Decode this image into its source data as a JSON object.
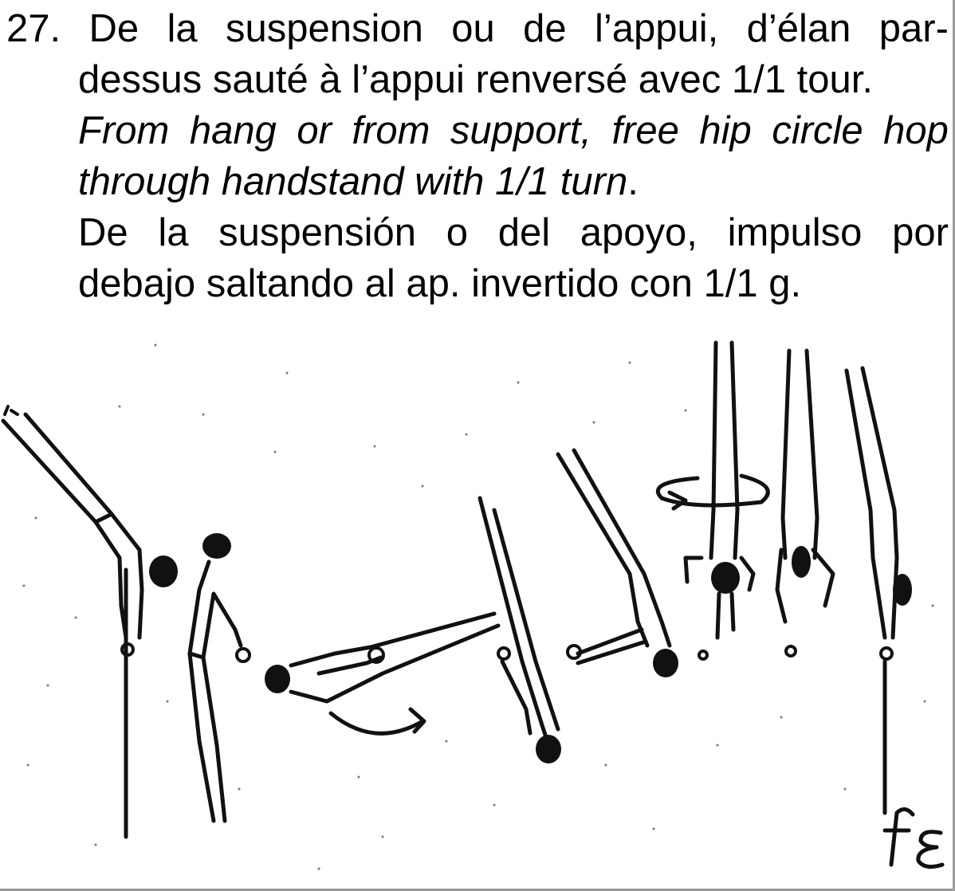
{
  "element": {
    "number": "27.",
    "french": {
      "line1": [
        "De",
        "la",
        "suspension",
        "ou",
        "de",
        "l’appui,",
        "d’élan",
        "par-"
      ],
      "line2": "dessus sauté à l’appui renversé avec 1/1 tour."
    },
    "english": {
      "line1": [
        "From",
        "hang",
        "or",
        "from",
        "support,",
        "free",
        "hip",
        "circle",
        "hop"
      ],
      "line2": "through handstand with 1/1 turn",
      "line2_end": "."
    },
    "spanish": {
      "line1": [
        "De",
        "la",
        "suspensión",
        "o",
        "del",
        "apoyo,",
        "impulso",
        "por"
      ],
      "line2": "debajo saltando al ap. invertido con 1/1 g."
    }
  },
  "signature": "fe"
}
